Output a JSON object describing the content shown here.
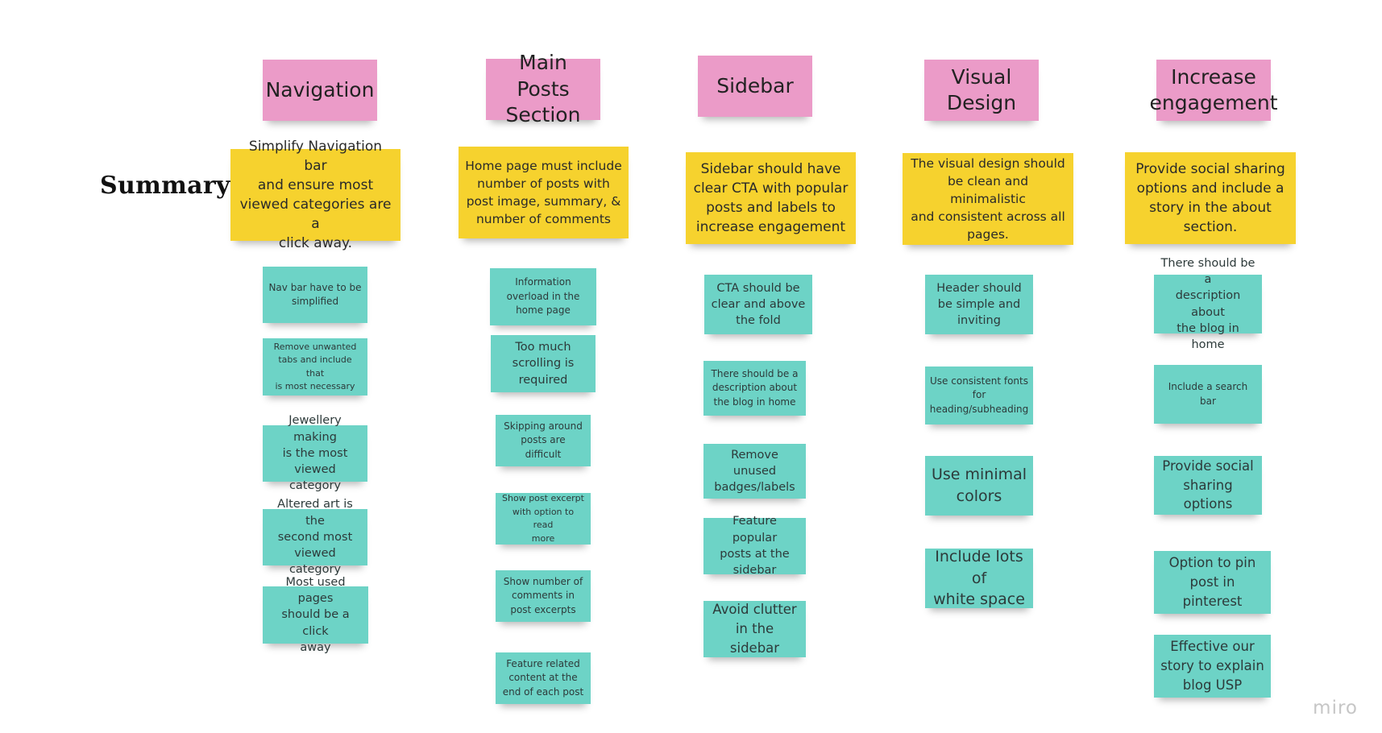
{
  "summary_label": "Summary",
  "watermark": "miro",
  "colors": {
    "header_note": "#eb9bc8",
    "summary_note": "#f6d22e",
    "idea_note": "#6dd3c6"
  },
  "columns": [
    {
      "header": "Navigation",
      "summary": "Simplify Navigation bar\nand ensure most\nviewed categories are a\nclick away.",
      "notes": [
        "Nav bar have to be\nsimplified",
        "Remove unwanted\ntabs and include that\nis most necessary",
        "Jewellery making\nis the most\nviewed category",
        "Altered art is the\nsecond most\nviewed category",
        "Most used pages\nshould be a click\naway"
      ]
    },
    {
      "header": "Main Posts\nSection",
      "summary": "Home page must include\nnumber of posts with\npost image, summary, &\nnumber of comments",
      "notes": [
        "Information\noverload in the\nhome page",
        "Too much\nscrolling is\nrequired",
        "Skipping around\nposts are\ndifficult",
        "Show post excerpt\nwith option to read\nmore",
        "Show number of\ncomments in\npost excerpts",
        "Feature related\ncontent at the\nend of each post"
      ]
    },
    {
      "header": "Sidebar",
      "summary": "Sidebar should have\nclear CTA with popular\nposts and labels to\nincrease engagement",
      "notes": [
        "CTA should be\nclear and above\nthe fold",
        "There should be a\ndescription about\nthe blog in home",
        "Remove unused\nbadges/labels",
        "Feature popular\nposts at the\nsidebar",
        "Avoid clutter\nin the sidebar"
      ]
    },
    {
      "header": "Visual\nDesign",
      "summary": "The visual design should\nbe clean and minimalistic\nand consistent across all\npages.",
      "notes": [
        "Header should\nbe simple and\ninviting",
        "Use consistent fonts\nfor\nheading/subheading",
        "Use minimal\ncolors",
        "Include lots of\nwhite space"
      ]
    },
    {
      "header": "Increase\nengagement",
      "summary": "Provide social sharing\noptions and include a\nstory in the about\nsection.",
      "notes": [
        "There should be a\ndescription about\nthe blog in home",
        "Include a search bar",
        "Provide social\nsharing options",
        "Option to pin\npost in pinterest",
        "Effective our\nstory to explain\nblog USP"
      ]
    }
  ]
}
